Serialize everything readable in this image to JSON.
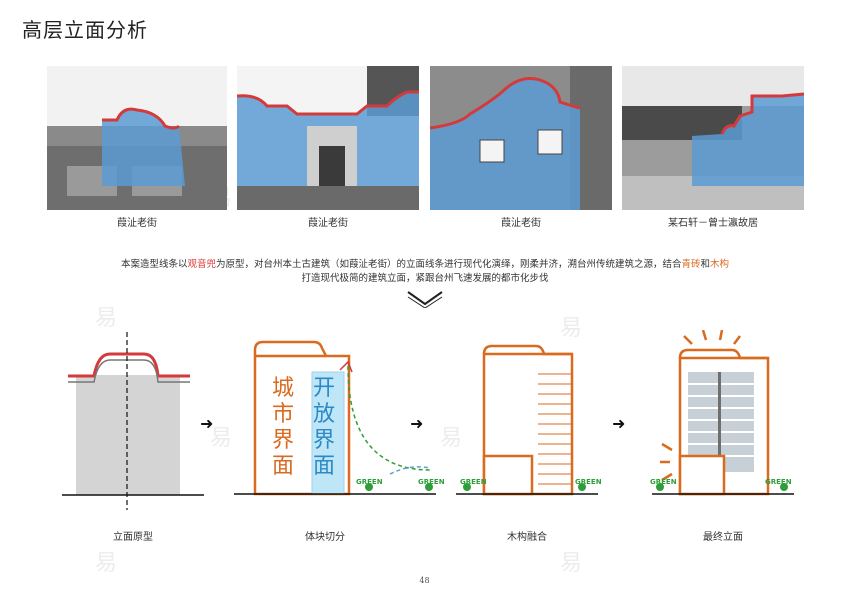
{
  "page": {
    "title": "高层立面分析",
    "page_number": "48"
  },
  "photos": [
    {
      "caption": "葭沚老街"
    },
    {
      "caption": "葭沚老街"
    },
    {
      "caption": "葭沚老街"
    },
    {
      "caption": "某石轩－曾士瀛故居"
    }
  ],
  "description": {
    "line1_a": "本案造型线条以",
    "line1_hl1": "观音兜",
    "line1_b": "为原型，对台州本土古建筑（如葭沚老街）的立面线条进行现代化演绎，刚柔并济，溯台州传统建筑之源，结合",
    "line1_hl2": "青砖",
    "line1_c": "和",
    "line1_hl3": "木构",
    "line2": "打造现代极简的建筑立面，紧跟台州飞速发展的都市化步伐"
  },
  "diagrams": [
    {
      "caption": "立面原型"
    },
    {
      "caption": "体块切分",
      "label_city": "城市界面",
      "label_open": "开放界面",
      "green": "GREEN"
    },
    {
      "caption": "木构融合",
      "green": "GREEN"
    },
    {
      "caption": "最终立面",
      "green": "GREEN"
    }
  ],
  "arrow_symbol": "➜",
  "colors": {
    "red": "#d43a3a",
    "orange": "#d96a1f",
    "blue_overlay": "#6aa6d8",
    "green": "#2e9e3a",
    "gray_block": "#d4d4d4"
  },
  "watermark": "易"
}
